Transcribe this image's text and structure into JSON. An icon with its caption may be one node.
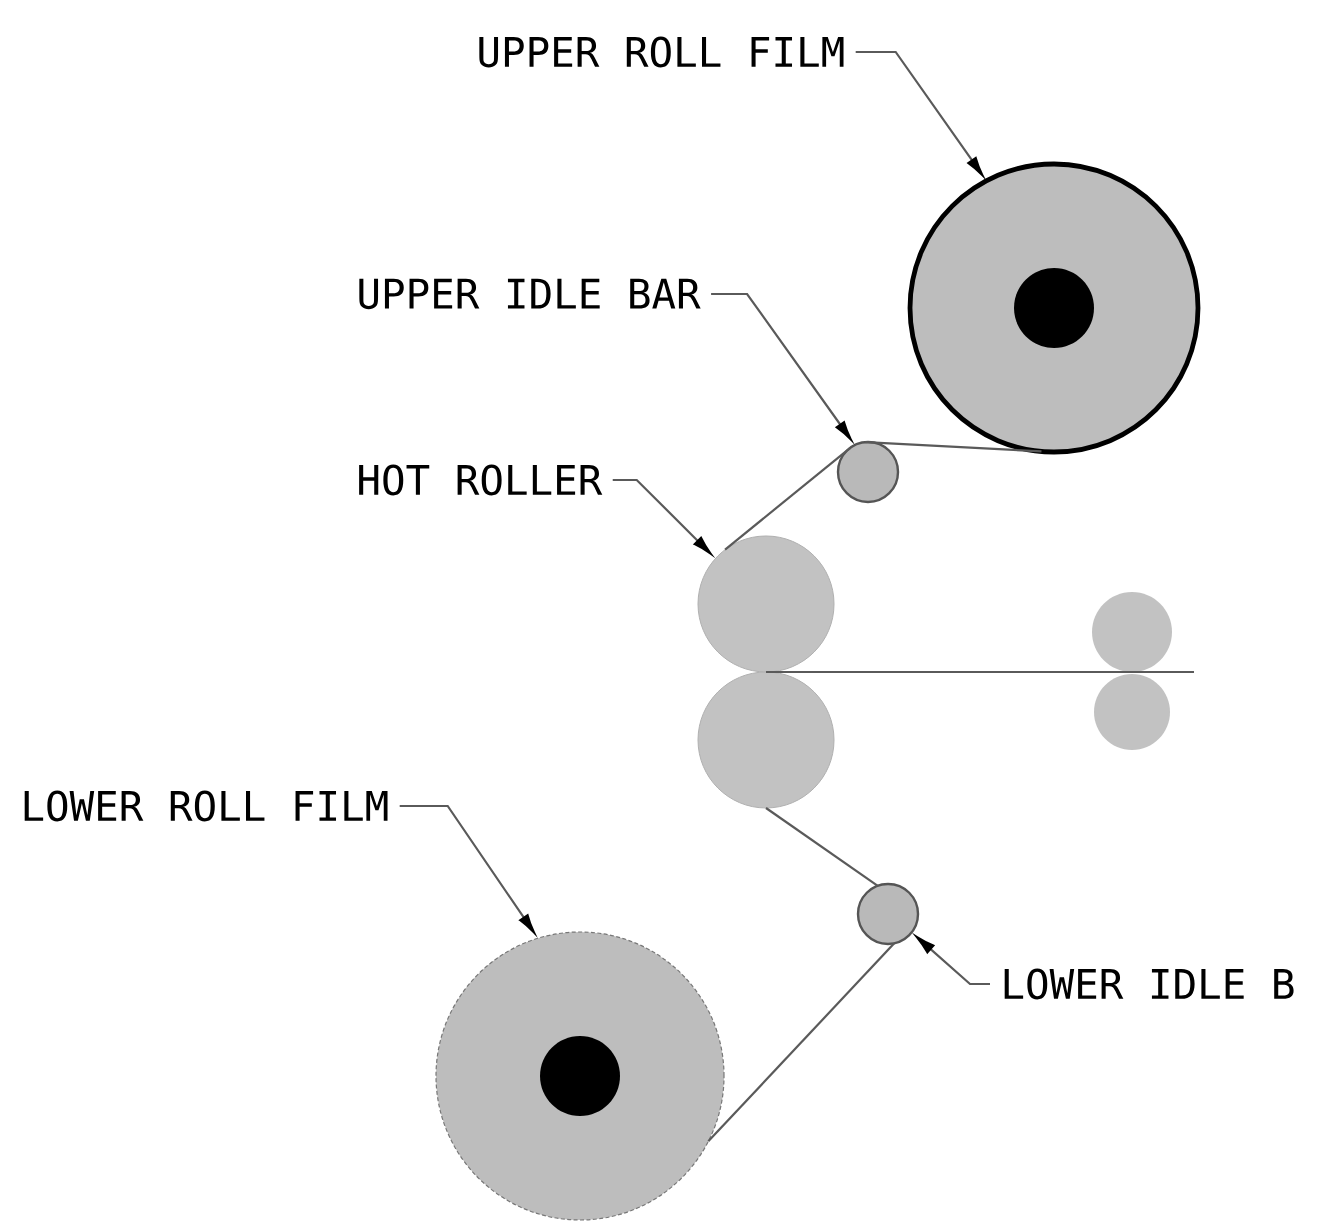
{
  "diagram": {
    "nodes": [
      {
        "text": [
          "UPPER ROLL FILM"
        ]
      },
      {
        "text": [],
        "shape": "circle"
      },
      {
        "text": [
          "UPPER IDLE BAR"
        ]
      },
      {
        "text": [],
        "shape": "circle"
      },
      {
        "text": [
          "HOT ROLLER"
        ]
      },
      {
        "text": [],
        "shape": "circle"
      },
      {
        "text": [],
        "shape": "circle"
      },
      {
        "text": [],
        "shape": "circle"
      },
      {
        "text": [],
        "shape": "circle"
      },
      {
        "text": [
          "LOWER ROLL FILM"
        ]
      },
      {
        "text": [],
        "shape": "circle"
      },
      {
        "text": [
          "LOWER IDLE B"
        ]
      },
      {
        "text": [],
        "shape": "circle"
      }
    ],
    "edges": [
      {
        "from": 0,
        "to": 1,
        "arrow": "to"
      },
      {
        "from": 2,
        "to": 3,
        "arrow": "to"
      },
      {
        "from": 4,
        "to": 5,
        "arrow": "to"
      },
      {
        "from": 9,
        "to": 12,
        "arrow": "to"
      },
      {
        "from": 11,
        "to": 10,
        "arrow": "to"
      },
      {
        "from": 1,
        "to": 3,
        "arrow": "none"
      },
      {
        "from": 3,
        "to": 5,
        "arrow": "none"
      },
      {
        "from": 5,
        "to": null,
        "arrow": "none"
      },
      {
        "from": 7,
        "to": 10,
        "arrow": "none"
      },
      {
        "from": 10,
        "to": 12,
        "arrow": "none"
      }
    ]
  }
}
